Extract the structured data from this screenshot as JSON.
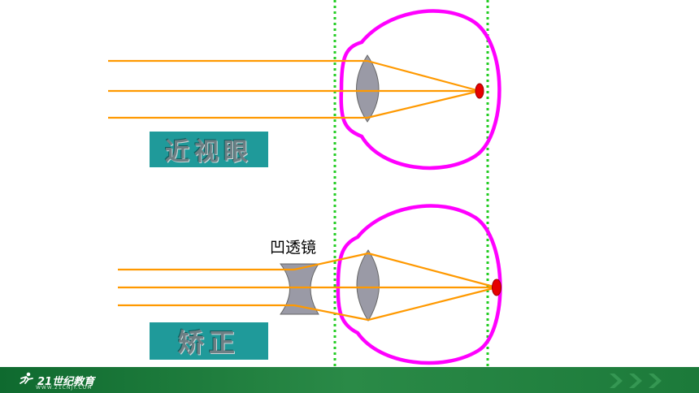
{
  "labels": {
    "myopia": "近视眼",
    "correction": "矫正",
    "concave_lens": "凹透镜"
  },
  "footer": {
    "brand": "21世纪教育",
    "brand_sub": "WWW.21CNJY.COM"
  },
  "colors": {
    "eyeball": "#ff00ff",
    "rays": "#ff9900",
    "lens_fill": "#9a9aa6",
    "focus_point": "#e60000",
    "guide_lines": "#22cc22",
    "label_box": "#1f9a9a",
    "footer_bar": "#1c7a3a"
  },
  "icons": {
    "logo": "runner-logo-icon",
    "footer_arrows": "double-chevron-icon"
  }
}
